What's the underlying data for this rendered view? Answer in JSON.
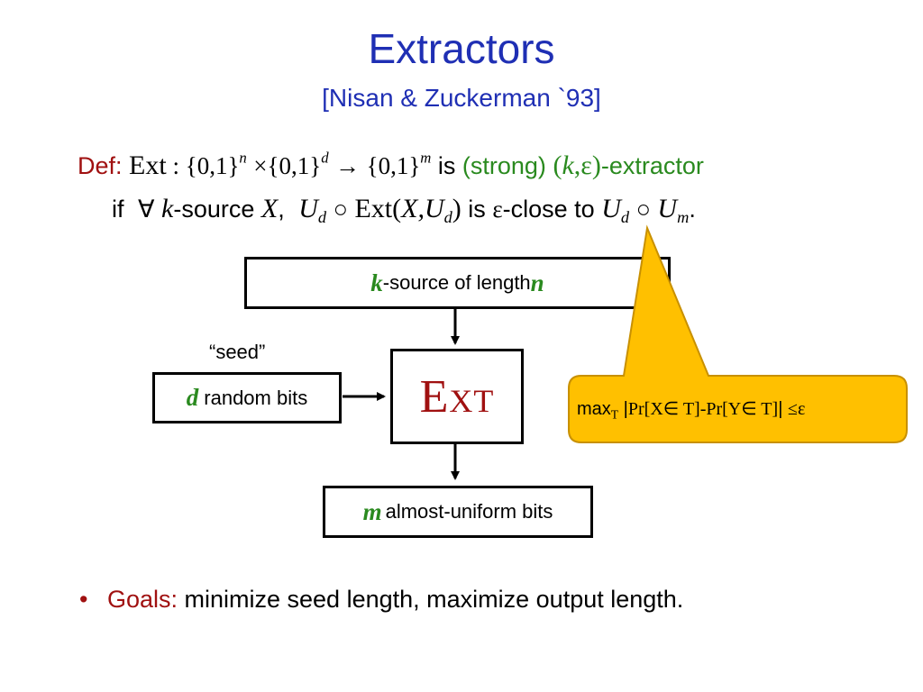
{
  "title": "Extractors",
  "subtitle": "[Nisan & Zuckerman `93]",
  "definition": {
    "def_label": "Def:",
    "ext_name": "Ext",
    "colon": " : ",
    "set": "{0,1}",
    "n": "n",
    "times": "×",
    "d": "d",
    "arrow": "→",
    "m": "m",
    "is": " is ",
    "strong": "(strong)",
    "k": "k",
    "eps": "ε",
    "extractor_suffix": "-extractor",
    "if": "if",
    "forall": "∀",
    "source_text": "-source",
    "X": "X",
    "comma": ",",
    "U": "U",
    "circ": "○",
    "ext_call": "Ext(",
    "close_paren": ")",
    "is2": " is ",
    "close_text": "-close to ",
    "period": "."
  },
  "diagram": {
    "top_box": {
      "k": "k",
      "label": "-source of length ",
      "n": "n"
    },
    "seed_label": "“seed”",
    "left_box": {
      "d": "d",
      "label": " random bits"
    },
    "ext_box": "Ext",
    "bottom_box": {
      "m": "m",
      "label": " almost-uniform bits"
    },
    "callout": {
      "max": "max",
      "sub_T": "T",
      "bar": "|",
      "expr": "Pr[X∈ T]-Pr[Y∈ T]",
      "leq": "≤",
      "eps": "ε"
    }
  },
  "bullet": {
    "marker": "•",
    "goals_label": "Goals:",
    "text": " minimize seed length, maximize output length."
  },
  "colors": {
    "title_blue": "#1f2fb4",
    "dark_red": "#a01010",
    "green": "#2a8a1f",
    "callout_fill": "#ffc000",
    "callout_stroke": "#c89000"
  }
}
